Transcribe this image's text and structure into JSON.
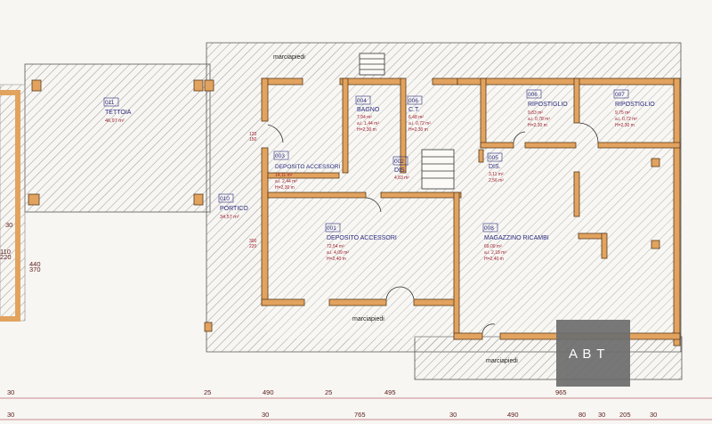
{
  "rooms": [
    {
      "id": "001",
      "name": "DEPOSITO ACCESSORI",
      "area": "72,54 m²",
      "ratio": "a.i. 4,09 m²",
      "height": "H=2,40 m"
    },
    {
      "id": "002",
      "name": "DIS.",
      "area": "4,83 m²"
    },
    {
      "id": "003",
      "name": "DEPOSITO ACCESSORI",
      "area": "14,11 m²",
      "ratio": "a.i. 2,44 m²",
      "height": "H=2,30 m"
    },
    {
      "id": "004",
      "name": "BAGNO",
      "area": "7,94 m²",
      "ratio": "a.i. 1,44 m²",
      "height": "H=2,30 m"
    },
    {
      "id": "005",
      "name": "DIS.",
      "area": "3,11 m²",
      "ratio": "2,56 m²"
    },
    {
      "id": "006",
      "name": "C.T.",
      "area": "6,48 m²",
      "ratio": "a.i. 0,72 m²",
      "height": "H=2,30 m"
    },
    {
      "id": "006",
      "name": "RIPOSTIGLIO",
      "area": "9,83 m²",
      "ratio": "a.i. 0,78 m²",
      "height": "H=2,30 m"
    },
    {
      "id": "007",
      "name": "RIPOSTIGLIO",
      "area": "9,75 m²",
      "ratio": "a.i. 0,72 m²",
      "height": "H=2,30 m"
    },
    {
      "id": "008",
      "name": "MAGAZZINO RICAMBI",
      "area": "69,00 m²",
      "ratio": "a.i. 2,18 m²",
      "height": "H=2,40 m"
    },
    {
      "id": "010",
      "name": "PORTICO",
      "area": "34,57 m²"
    },
    {
      "id": "011",
      "name": "TETTOIA",
      "area": "46,97 m²"
    }
  ],
  "labels": {
    "sidewalk": "marciapiedi"
  },
  "side_dims": [
    "120",
    "150",
    "300",
    "220",
    "110",
    "220",
    "440",
    "370",
    "30"
  ],
  "dims_row1": [
    "30",
    "25",
    "490",
    "25",
    "495",
    "965"
  ],
  "dims_row2": [
    "30",
    "30",
    "765",
    "30",
    "490",
    "80",
    "30",
    "205",
    "30"
  ],
  "logo": "A B T",
  "colors": {
    "wall": "#e2a35f",
    "hatch": "#9a9a9a",
    "room_text": "#2a2a80",
    "dim_text": "#a02030",
    "logo_bg": "#6e6e6e"
  }
}
